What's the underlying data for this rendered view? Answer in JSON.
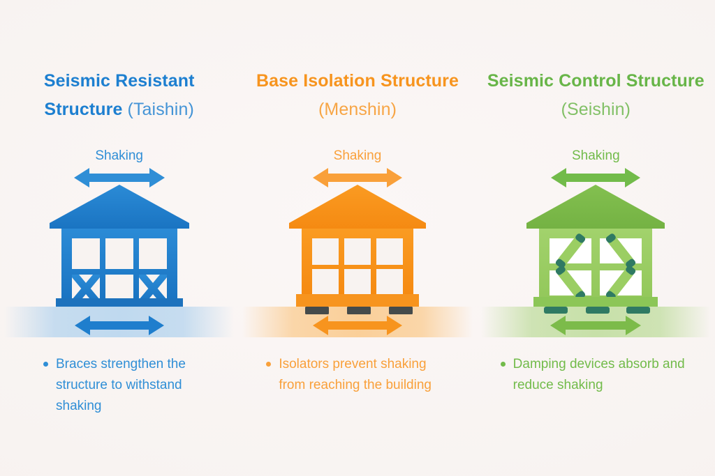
{
  "infographic": {
    "title_semantic": "Three earthquake-resistant building structure types",
    "background_color": "#f8f3f1"
  },
  "columns": [
    {
      "id": "taishin",
      "accent_color": "#1d7fd0",
      "accent_light": "#2f8ed6",
      "heading_bold": "Seismic Resistant Structure",
      "heading_light": "(Taishin)",
      "shaking_label": "Shaking",
      "bullet": "Braces strengthen the structure to withstand shaking",
      "building": {
        "icon": "braced-building-icon",
        "roof_color": "#1f7ecd",
        "body_color": "#2f8ed6",
        "base_color": "#1d72bd",
        "feature": "x-braces",
        "window_grid": "3x2"
      },
      "arrow_top": {
        "icon": "double-arrow-horizontal-icon",
        "color": "#2f8ed6"
      },
      "arrow_bottom": {
        "icon": "double-arrow-horizontal-icon",
        "color": "#1f7ecd"
      },
      "ground": {
        "icon": "ground-strip",
        "color": "#b5d4ee"
      }
    },
    {
      "id": "menshin",
      "accent_color": "#f7941e",
      "accent_light": "#f9a03a",
      "heading_bold": "Base Isolation Structure",
      "heading_light": "(Menshin)",
      "shaking_label": "Shaking",
      "bullet": "Isolators prevent shaking from reaching the building",
      "building": {
        "icon": "base-isolated-building-icon",
        "roof_color": "#f7941e",
        "body_color": "#f9a230",
        "base_color": "#f7941e",
        "feature": "isolator-pads",
        "pad_color": "#454b4b",
        "pad_count": 3,
        "window_grid": "3x2"
      },
      "arrow_top": {
        "icon": "double-arrow-horizontal-icon",
        "color": "#f9a03a"
      },
      "arrow_bottom": {
        "icon": "double-arrow-horizontal-icon",
        "color": "#f7941e"
      },
      "ground": {
        "icon": "ground-strip",
        "color": "#facb8f"
      }
    },
    {
      "id": "seishin",
      "accent_color": "#68b548",
      "accent_light": "#72bb4a",
      "heading_bold": "Seismic Control Structure",
      "heading_light": "(Seishin)",
      "shaking_label": "Shaking",
      "bullet": "Damping devices absorb and reduce shaking",
      "building": {
        "icon": "damped-building-icon",
        "roof_color": "#7cbb4a",
        "body_color": "#9bce63",
        "base_color": "#8cc657",
        "feature": "diagonal-dampers",
        "damper_body_color": "#9bce63",
        "damper_end_color": "#2f7a63",
        "pad_color": "#2f7a63",
        "pad_count": 3,
        "window_grid": "2x2"
      },
      "arrow_top": {
        "icon": "double-arrow-horizontal-icon",
        "color": "#72bb4a"
      },
      "arrow_bottom": {
        "icon": "double-arrow-horizontal-icon",
        "color": "#7cbb4a"
      },
      "ground": {
        "icon": "ground-strip",
        "color": "#c4dfa4"
      }
    }
  ]
}
